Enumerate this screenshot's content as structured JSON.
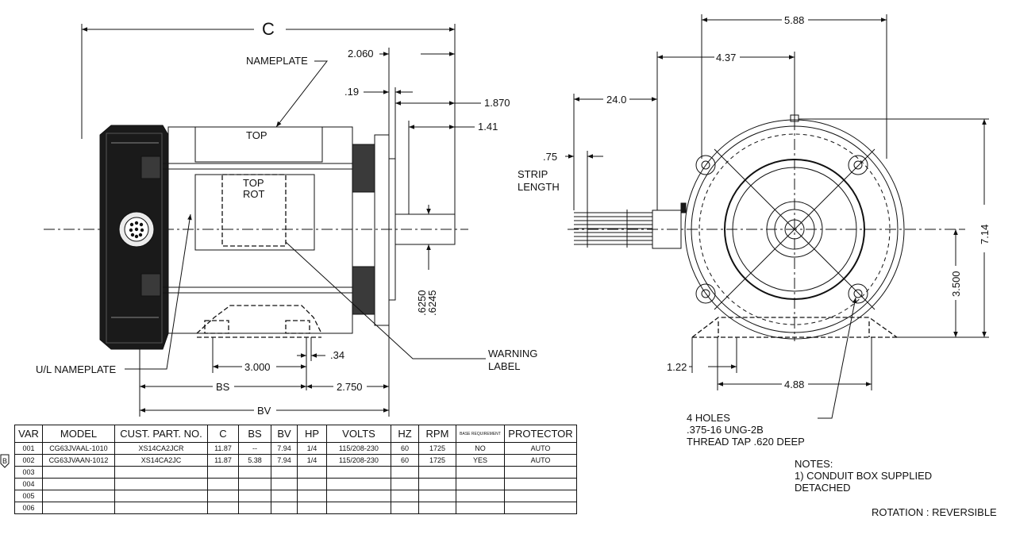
{
  "side_view": {
    "dim_c": "C",
    "dim_2060": "2.060",
    "dim_19": ".19",
    "dim_1870": "1.870",
    "dim_141": "1.41",
    "nameplate": "NAMEPLATE",
    "top1": "TOP",
    "top2": "TOP",
    "top2_sub": "ROT",
    "dim_6250": ".6250",
    "dim_6245": ".6245",
    "warning_label_line1": "WARNING",
    "warning_label_line2": "LABEL",
    "ul_nameplate": "U/L NAMEPLATE",
    "dim_3000": "3.000",
    "dim_34": ".34",
    "dim_bs": "BS",
    "dim_2750": "2.750",
    "dim_bv": "BV"
  },
  "end_view": {
    "dim_588": "5.88",
    "dim_437": "4.37",
    "dim_240": "24.0",
    "dim_75": ".75",
    "strip_line1": "STRIP",
    "strip_line2": "LENGTH",
    "dim_714": "7.14",
    "dim_3500": "3.500",
    "dim_122": "1.22",
    "dim_488": "4.88",
    "holes_line1": "4 HOLES",
    "holes_line2": ".375-16 UNG-2B",
    "holes_line3": "THREAD TAP .620 DEEP"
  },
  "notes": {
    "title": "NOTES:",
    "line1": "1) CONDUIT BOX SUPPLIED",
    "line2": "DETACHED",
    "rotation": "ROTATION : REVERSIBLE"
  },
  "revision_marker": "B",
  "table": {
    "headers": [
      "VAR",
      "MODEL",
      "CUST. PART. NO.",
      "C",
      "BS",
      "BV",
      "HP",
      "VOLTS",
      "HZ",
      "RPM",
      "BASE REQUIREMENT",
      "PROTECTOR"
    ],
    "rows": [
      [
        "001",
        "CG63JVAAL-1010",
        "XS14CA2JCR",
        "11.87",
        "--",
        "7.94",
        "1/4",
        "115/208-230",
        "60",
        "1725",
        "NO",
        "AUTO"
      ],
      [
        "002",
        "CG63JVAAN-1012",
        "XS14CA2JC",
        "11.87",
        "5.38",
        "7.94",
        "1/4",
        "115/208-230",
        "60",
        "1725",
        "YES",
        "AUTO"
      ],
      [
        "003",
        "",
        "",
        "",
        "",
        "",
        "",
        "",
        "",
        "",
        "",
        ""
      ],
      [
        "004",
        "",
        "",
        "",
        "",
        "",
        "",
        "",
        "",
        "",
        "",
        ""
      ],
      [
        "005",
        "",
        "",
        "",
        "",
        "",
        "",
        "",
        "",
        "",
        "",
        ""
      ],
      [
        "006",
        "",
        "",
        "",
        "",
        "",
        "",
        "",
        "",
        "",
        "",
        ""
      ]
    ]
  }
}
